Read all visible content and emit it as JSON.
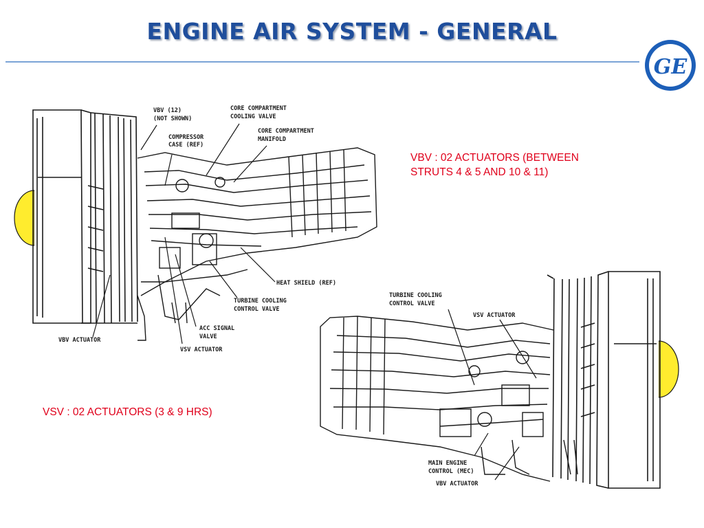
{
  "title": "ENGINE AIR SYSTEM - GENERAL",
  "logo": {
    "text": "GE",
    "colors": {
      "ring": "#1d5fb8",
      "fill": "#ffffff"
    }
  },
  "callouts": {
    "vbv_note_line1": "VBV : 02 ACTUATORS (BETWEEN",
    "vbv_note_line2": "STRUTS 4 & 5 AND 10 & 11)",
    "vsv_note": "VSV : 02 ACTUATORS (3 & 9 HRS)"
  },
  "left_diagram": {
    "labels": {
      "vbv_count": "VBV (12)",
      "not_shown": "(NOT SHOWN)",
      "compressor_case_1": "COMPRESSOR",
      "compressor_case_2": "CASE (REF)",
      "core_cooling_valve_1": "CORE COMPARTMENT",
      "core_cooling_valve_2": "COOLING VALVE",
      "core_manifold_1": "CORE COMPARTMENT",
      "core_manifold_2": "MANIFOLD",
      "heat_shield": "HEAT SHIELD (REF)",
      "turbine_cooling_1": "TURBINE COOLING",
      "turbine_cooling_2": "CONTROL VALVE",
      "acc_signal_1": "ACC SIGNAL",
      "acc_signal_2": "VALVE",
      "vsv_actuator": "VSV ACTUATOR",
      "vbv_actuator": "VBV ACTUATOR"
    }
  },
  "right_diagram": {
    "labels": {
      "turbine_cooling_1": "TURBINE COOLING",
      "turbine_cooling_2": "CONTROL VALVE",
      "vsv_actuator": "VSV ACTUATOR",
      "mec_1": "MAIN ENGINE",
      "mec_2": "CONTROL (MEC)",
      "vbv_actuator": "VBV ACTUATOR"
    }
  },
  "colors": {
    "title": "#1f4e9c",
    "rule": "#7aa3d6",
    "callout_text": "#e0001b",
    "highlight": "#ffec2e",
    "line_art": "#1a1a1a"
  }
}
